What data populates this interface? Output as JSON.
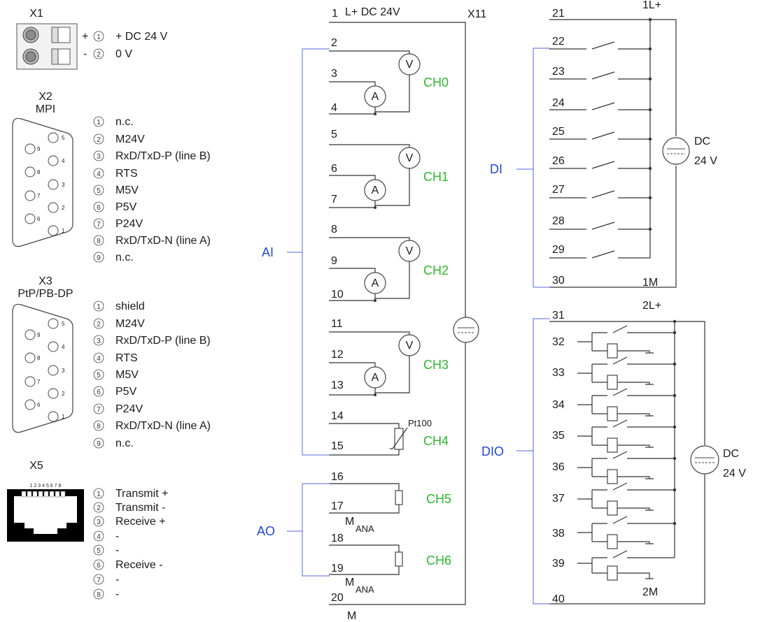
{
  "colors": {
    "channel": "#2db82d",
    "group": "#2244dd",
    "line": "#333333",
    "bracket": "#5566dd"
  },
  "x1": {
    "title": "X1",
    "pins": [
      {
        "num": "1",
        "sign": "+",
        "label": "+ DC 24 V"
      },
      {
        "num": "2",
        "sign": "-",
        "label": "0 V"
      }
    ]
  },
  "x2": {
    "title": "X2",
    "subtitle": "MPI",
    "sub_pins": [
      "5",
      "9",
      "4",
      "8",
      "3",
      "7",
      "2",
      "6",
      "1"
    ],
    "pins": [
      {
        "num": "1",
        "label": "n.c."
      },
      {
        "num": "2",
        "label": "M24V"
      },
      {
        "num": "3",
        "label": "RxD/TxD-P (line B)"
      },
      {
        "num": "4",
        "label": "RTS"
      },
      {
        "num": "5",
        "label": "M5V"
      },
      {
        "num": "6",
        "label": "P5V"
      },
      {
        "num": "7",
        "label": "P24V"
      },
      {
        "num": "8",
        "label": "RxD/TxD-N (line A)"
      },
      {
        "num": "9",
        "label": "n.c."
      }
    ]
  },
  "x3": {
    "title": "X3",
    "subtitle": "PtP/PB-DP",
    "sub_pins": [
      "5",
      "9",
      "4",
      "8",
      "3",
      "7",
      "2",
      "6",
      "1"
    ],
    "pins": [
      {
        "num": "1",
        "label": "shield"
      },
      {
        "num": "2",
        "label": "M24V"
      },
      {
        "num": "3",
        "label": "RxD/TxD-P (line B)"
      },
      {
        "num": "4",
        "label": "RTS"
      },
      {
        "num": "5",
        "label": "M5V"
      },
      {
        "num": "6",
        "label": "P5V"
      },
      {
        "num": "7",
        "label": "P24V"
      },
      {
        "num": "8",
        "label": "RxD/TxD-N (line A)"
      },
      {
        "num": "9",
        "label": "n.c."
      }
    ]
  },
  "x5": {
    "title": "X5",
    "jack_pins": "1 2 3 4 5 6 7 8",
    "pins": [
      {
        "num": "1",
        "label": "Transmit +"
      },
      {
        "num": "2",
        "label": "Transmit -"
      },
      {
        "num": "3",
        "label": "Receive +"
      },
      {
        "num": "4",
        "label": "-"
      },
      {
        "num": "5",
        "label": "-"
      },
      {
        "num": "6",
        "label": "Receive -"
      },
      {
        "num": "7",
        "label": "-"
      },
      {
        "num": "8",
        "label": "-"
      }
    ]
  },
  "x11": {
    "title": "X11",
    "supply_label": "L+  DC 24V",
    "bottom_label": "M",
    "terminals": [
      "1",
      "2",
      "3",
      "4",
      "5",
      "6",
      "7",
      "8",
      "9",
      "10",
      "11",
      "12",
      "13",
      "14",
      "15",
      "16",
      "17",
      "18",
      "19",
      "20"
    ],
    "groups": {
      "ai": "AI",
      "ao": "AO"
    },
    "voltmeter": "V",
    "ammeter": "A",
    "sensor": "Pt100",
    "mana": "M",
    "mana_sub": "ANA",
    "channels": [
      "CH0",
      "CH1",
      "CH2",
      "CH3",
      "CH4",
      "CH5",
      "CH6"
    ]
  },
  "di": {
    "group": "DI",
    "top_label": "1L+",
    "bottom_label": "1M",
    "supply": [
      "DC",
      "24 V"
    ],
    "terminals": [
      "21",
      "22",
      "23",
      "24",
      "25",
      "26",
      "27",
      "28",
      "29",
      "30"
    ]
  },
  "dio": {
    "group": "DIO",
    "top_label": "2L+",
    "bottom_label": "2M",
    "supply": [
      "DC",
      "24 V"
    ],
    "terminals": [
      "31",
      "32",
      "33",
      "34",
      "35",
      "36",
      "37",
      "38",
      "39",
      "40"
    ]
  }
}
